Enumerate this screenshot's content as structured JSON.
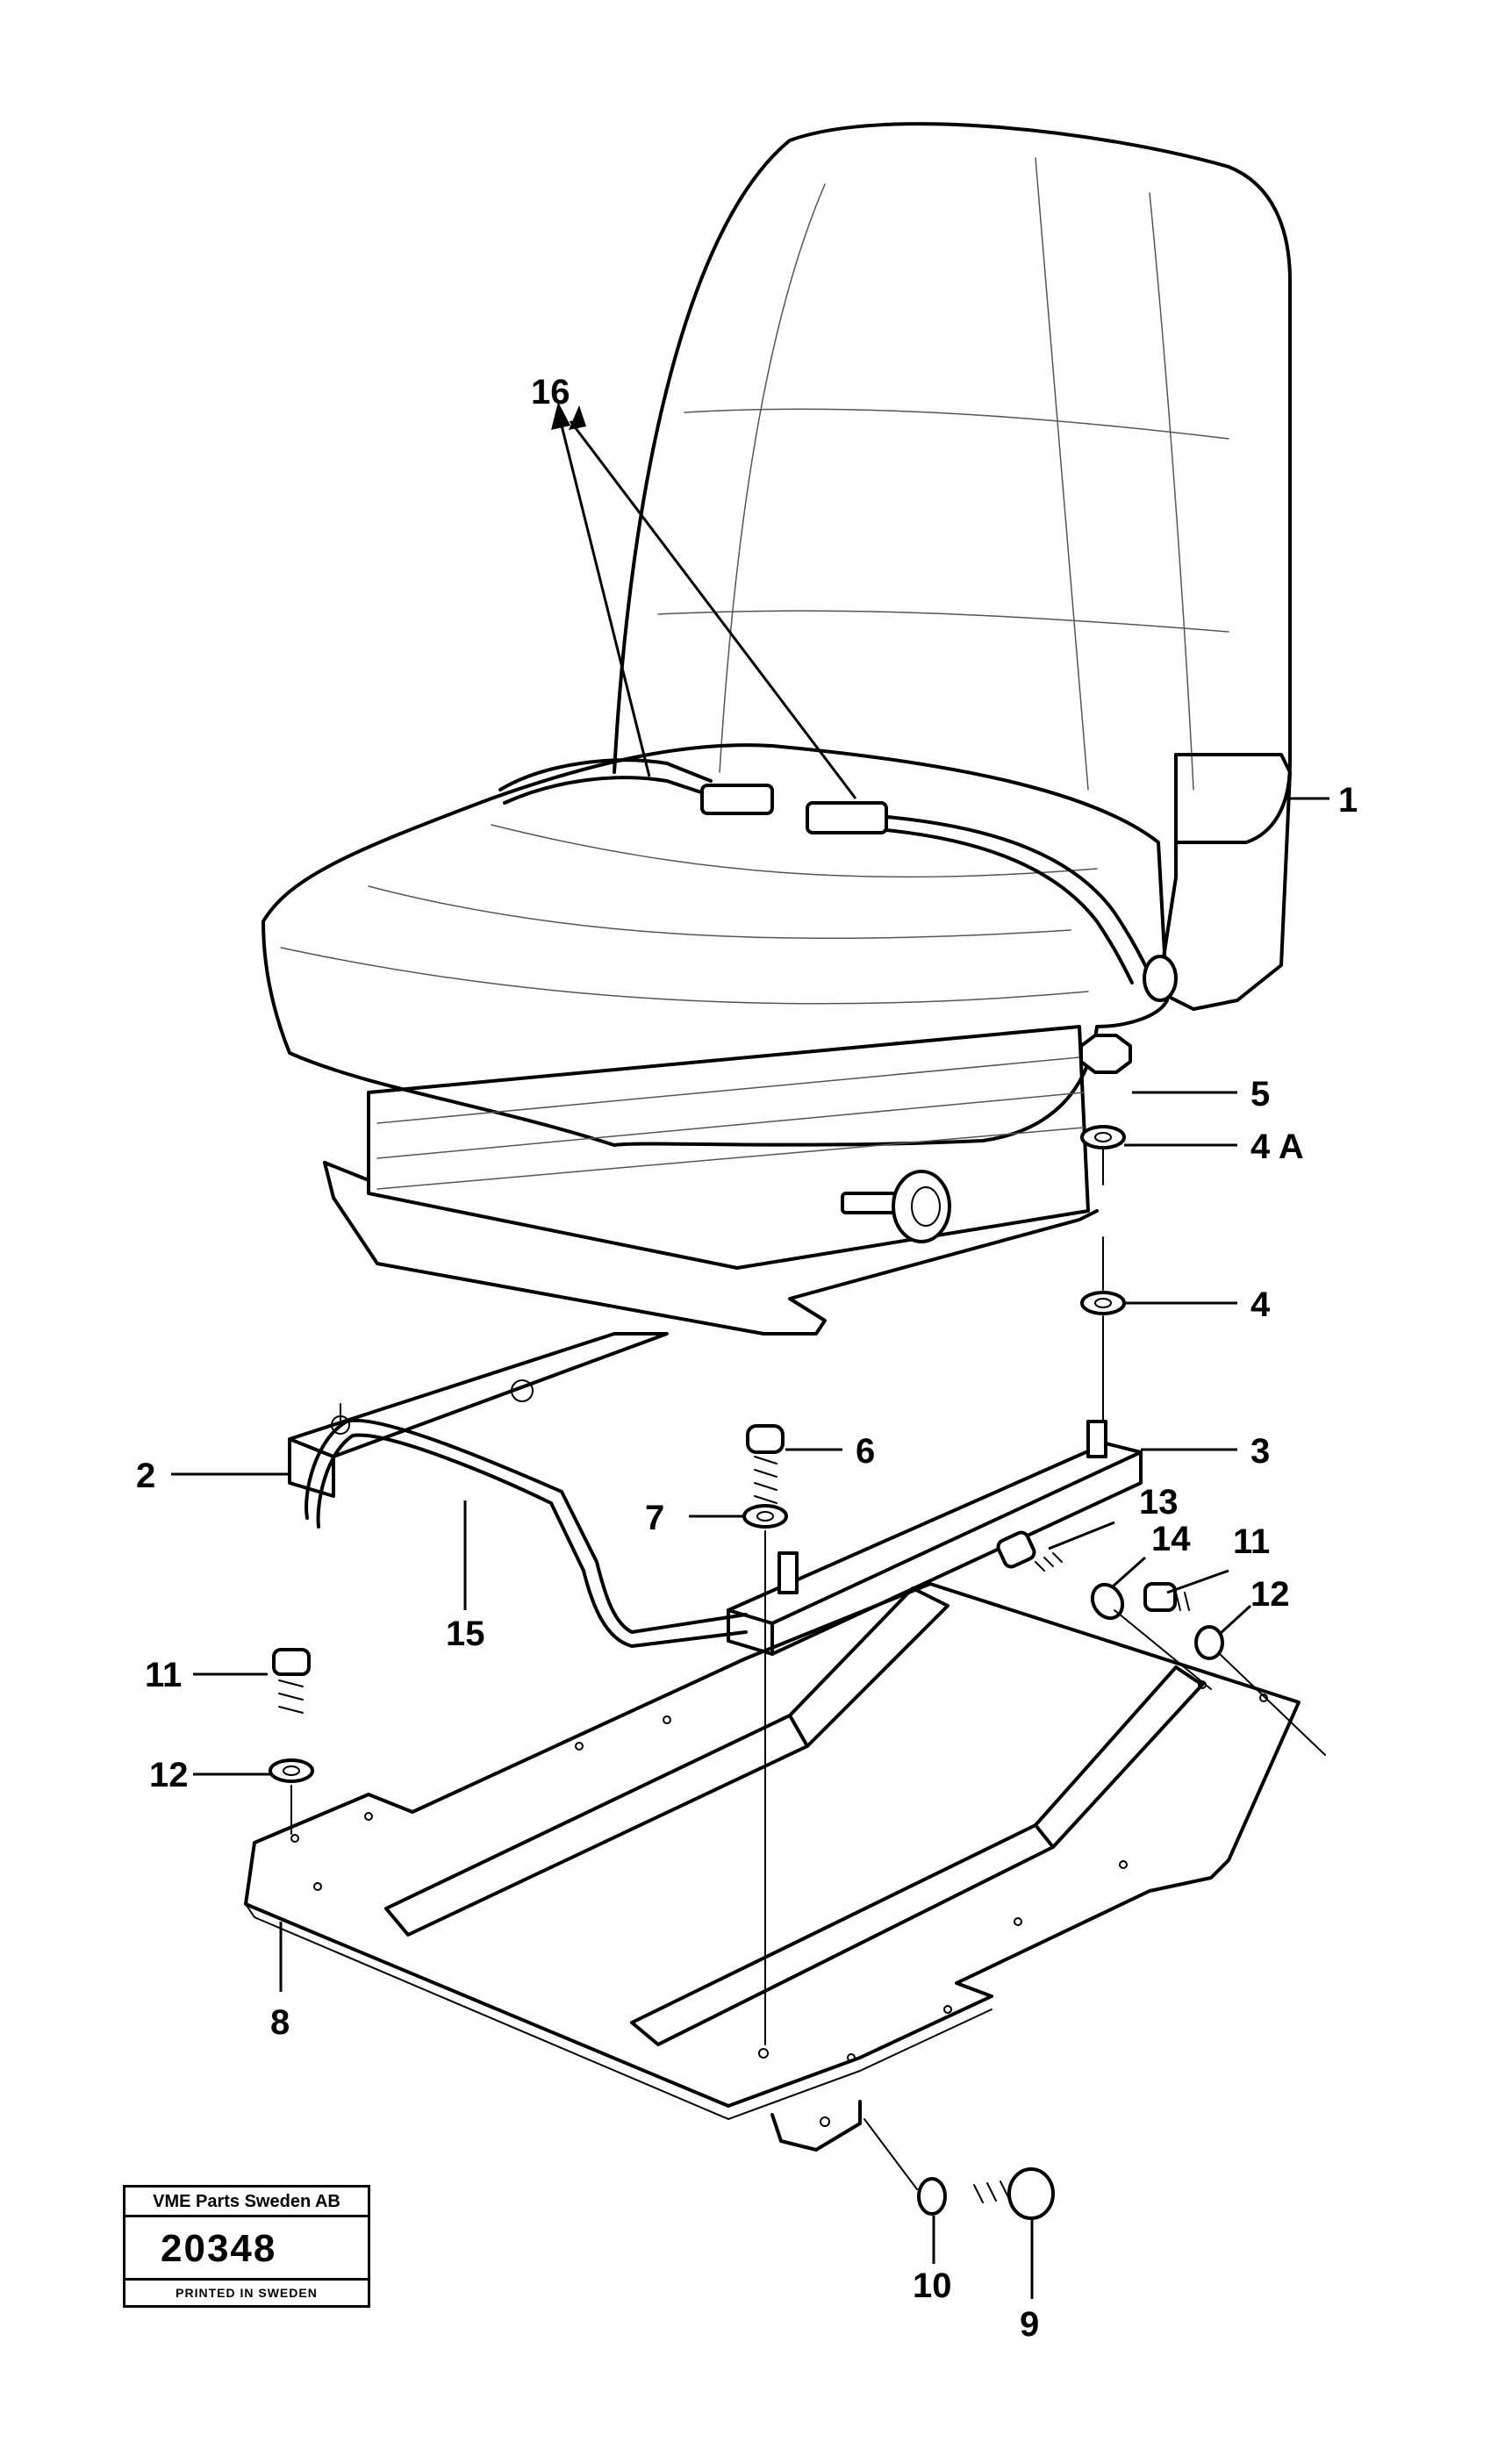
{
  "callouts": {
    "c1": "1",
    "c2": "2",
    "c3": "3",
    "c4": "4",
    "c4a": "4 A",
    "c5": "5",
    "c6": "6",
    "c7": "7",
    "c8": "8",
    "c9": "9",
    "c10": "10",
    "c11a": "11",
    "c11b": "11",
    "c12a": "12",
    "c12b": "12",
    "c13": "13",
    "c14": "14",
    "c15": "15",
    "c16": "16"
  },
  "stamp": {
    "company": "VME Parts Sweden AB",
    "number": "20348",
    "printed": "PRINTED IN SWEDEN"
  }
}
